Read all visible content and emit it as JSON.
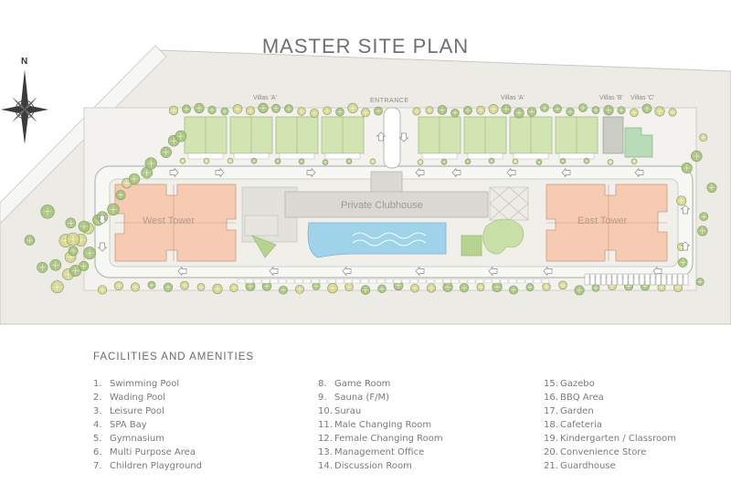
{
  "title": "MASTER SITE PLAN",
  "compass": {
    "north_label": "N"
  },
  "map_labels": {
    "entrance": "ENTRANCE",
    "villas_a_left": "Villas 'A'",
    "villas_a_right": "Villas 'A'",
    "villas_b": "Villas 'B'",
    "villas_c": "Villas 'C'",
    "west_tower": "West Tower",
    "east_tower": "East Tower",
    "clubhouse": "Private Clubhouse"
  },
  "colors": {
    "villa_green": "#d3e4b3",
    "tower_salmon": "#f6cbb2",
    "pool_blue": "#9fd3ea",
    "site_fill": "#f0efea",
    "road_outline": "#b9b9b3",
    "outer_ground": "#ecebe6",
    "tree_green": "#a7c27a",
    "tree_yellow": "#d7d68c",
    "arrow_gray": "#8a8a8a"
  },
  "amenities_heading": "FACILITIES AND AMENITIES",
  "amenities": [
    [
      {
        "num": "1.",
        "name": "Swimming Pool"
      },
      {
        "num": "2.",
        "name": "Wading Pool"
      },
      {
        "num": "3.",
        "name": "Leisure Pool"
      },
      {
        "num": "4.",
        "name": "SPA Bay"
      },
      {
        "num": "5.",
        "name": "Gymnasium"
      },
      {
        "num": "6.",
        "name": "Multi Purpose Area"
      },
      {
        "num": "7.",
        "name": "Children Playground"
      }
    ],
    [
      {
        "num": "8.",
        "name": "Game Room"
      },
      {
        "num": "9.",
        "name": "Sauna (F/M)"
      },
      {
        "num": "10.",
        "name": "Surau"
      },
      {
        "num": "11.",
        "name": "Male Changing Room"
      },
      {
        "num": "12.",
        "name": "Female Changing Room"
      },
      {
        "num": "13.",
        "name": "Management Office"
      },
      {
        "num": "14.",
        "name": "Discussion Room"
      }
    ],
    [
      {
        "num": "15.",
        "name": "Gazebo"
      },
      {
        "num": "16.",
        "name": "BBQ Area"
      },
      {
        "num": "17.",
        "name": "Garden"
      },
      {
        "num": "18.",
        "name": "Cafeteria"
      },
      {
        "num": "19.",
        "name": "Kindergarten / Classroom"
      },
      {
        "num": "20.",
        "name": "Convenience Store"
      },
      {
        "num": "21.",
        "name": "Guardhouse"
      }
    ]
  ]
}
